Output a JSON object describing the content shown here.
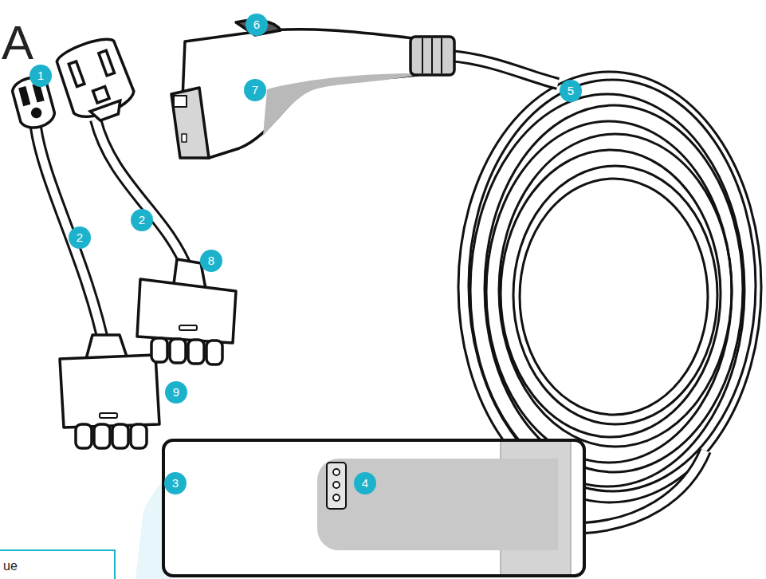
{
  "diagram": {
    "labels": [
      "A",
      "1",
      "6",
      "7",
      "5",
      "2",
      "2",
      "8",
      "9",
      "3",
      "4",
      "ue"
    ]
  }
}
